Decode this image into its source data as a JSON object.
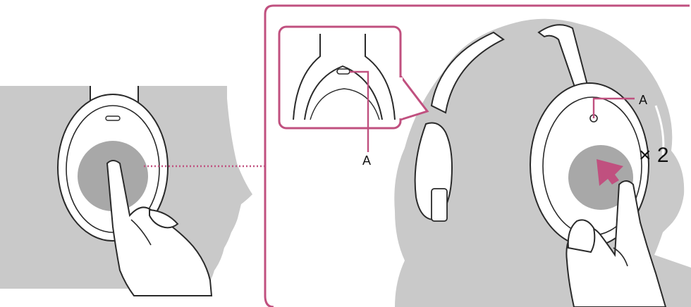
{
  "labels": {
    "inset_marker": "A",
    "head_marker": "A",
    "tap_count": "× 2"
  },
  "colors": {
    "accent": "#c0507f",
    "head_fill": "#c9c9c9",
    "touch_area": "#a8a8a8",
    "line": "#2a2a2a"
  }
}
